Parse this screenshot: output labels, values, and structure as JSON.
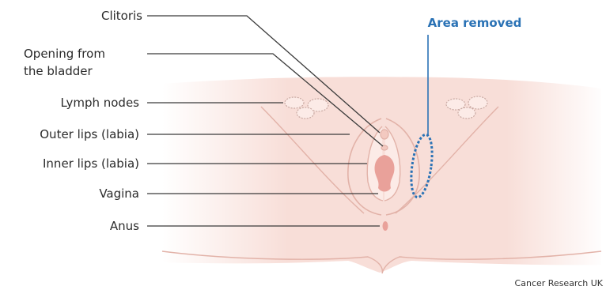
{
  "labels": {
    "clitoris": "Clitoris",
    "bladder_line1": "Opening from",
    "bladder_line2": "the bladder",
    "lymph": "Lymph nodes",
    "outer": "Outer lips (labia)",
    "inner": "Inner lips (labia)",
    "vagina": "Vagina",
    "anus": "Anus"
  },
  "callout": {
    "label": "Area removed",
    "color": "#2a72b5"
  },
  "credit": "Cancer Research UK",
  "colors": {
    "skin": "#f8ded8",
    "skin_light": "#fcebe7",
    "outline": "#e2b2a8",
    "vagina_fill": "#e9a19a",
    "leader": "#3a3a3a"
  }
}
